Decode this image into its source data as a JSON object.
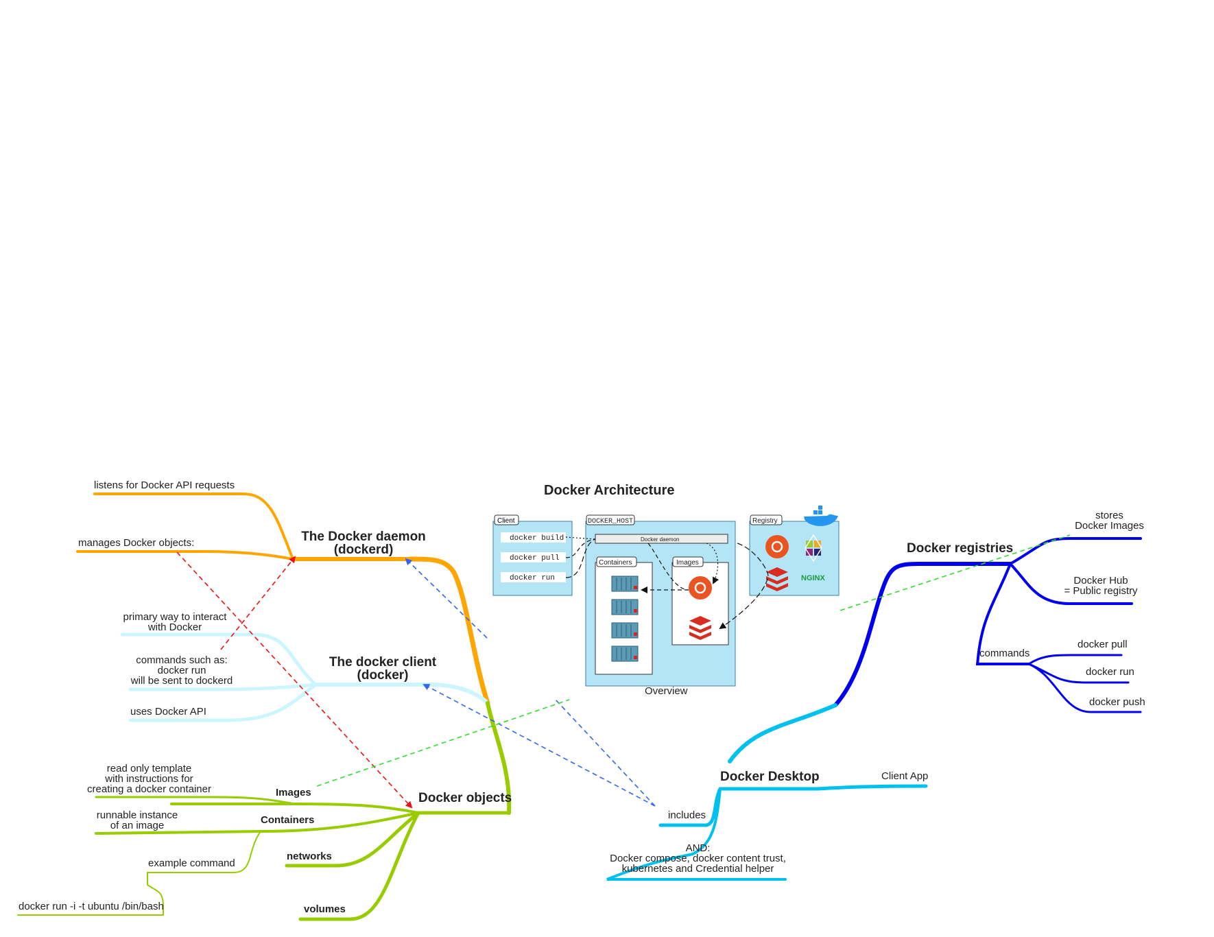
{
  "colors": {
    "daemon": "#ffa500",
    "client": "#ccf6ff",
    "objects": "#99cc00",
    "registries": "#0000ee",
    "desktop": "#00c0ee",
    "arch_fill": "#b3e5f7",
    "arch_stroke": "#3d7fa3",
    "red_dash": "#ee1111",
    "blue_dash": "#3366ee",
    "green_dash": "#33dd33"
  },
  "daemon": {
    "title": "The Docker daemon\n(dockerd)",
    "children": [
      "listens for Docker API requests",
      "manages Docker objects:"
    ]
  },
  "client": {
    "title": "The docker client\n(docker)",
    "children": [
      "primary way to interact\nwith Docker",
      "commands such as:\ndocker run\nwill be sent to dockerd",
      "uses Docker API"
    ]
  },
  "objects": {
    "title": "Docker objects",
    "branches": {
      "images": {
        "label": "Images",
        "note": "read only template\nwith instructions for\ncreating a docker container"
      },
      "containers": {
        "label": "Containers",
        "note": "runnable instance\nof an image",
        "example_label": "example command",
        "example": "docker run -i -t ubuntu /bin/bash"
      },
      "networks": {
        "label": "networks"
      },
      "volumes": {
        "label": "volumes"
      }
    }
  },
  "architecture": {
    "title": "Docker Architecture",
    "caption": "Overview",
    "client_label": "Client",
    "commands": [
      "docker build",
      "docker pull",
      "docker run"
    ],
    "host_label": "DOCKER_HOST",
    "daemon_label": "Docker daemon",
    "containers_label": "Containers",
    "images_label": "Images",
    "registry_label": "Registry",
    "nginx": "NGINX",
    "icons": [
      "ubuntu-icon",
      "centos-icon",
      "redis-icon",
      "nginx-icon",
      "docker-whale-icon",
      "container-icon"
    ]
  },
  "registries": {
    "title": "Docker registries",
    "children": [
      "stores\nDocker Images",
      "Docker Hub\n= Public registry"
    ],
    "commands_label": "commands",
    "commands": [
      "docker pull",
      "docker run",
      "docker push"
    ]
  },
  "desktop": {
    "title": "Docker Desktop",
    "client_app": "Client App",
    "includes": "includes",
    "and_note": "AND:\nDocker compose, docker content trust,\nkubernetes and Credential helper"
  }
}
